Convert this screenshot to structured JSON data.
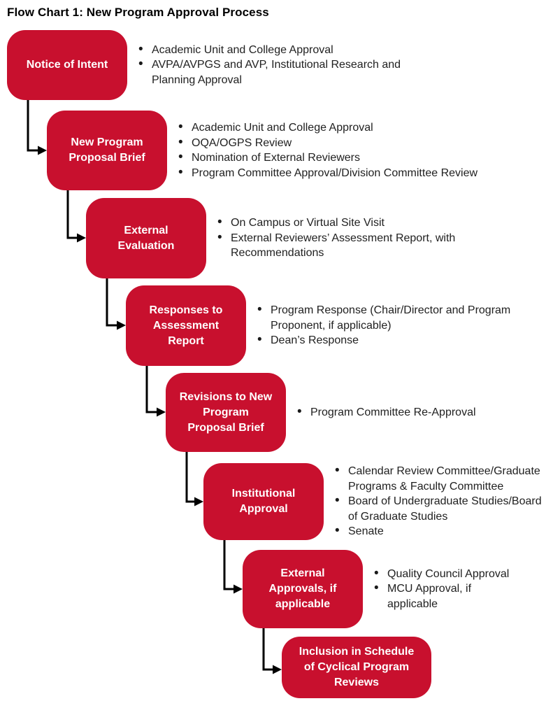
{
  "title": "Flow Chart 1: New Program Approval Process",
  "colors": {
    "box_fill": "#C8102E",
    "box_text": "#FFFFFF",
    "bullet_text": "#212121",
    "arrow": "#000000",
    "background": "#FFFFFF"
  },
  "steps": [
    {
      "label": "Notice of Intent",
      "bullets": [
        "Academic Unit and College Approval",
        "AVPA/AVPGS and AVP, Institutional Research and\nPlanning Approval"
      ]
    },
    {
      "label": "New Program\nProposal Brief",
      "bullets": [
        "Academic Unit and College Approval",
        "OQA/OGPS Review",
        "Nomination of External Reviewers",
        "Program Committee Approval/Division Committee Review"
      ]
    },
    {
      "label": "External\nEvaluation",
      "bullets": [
        "On Campus or Virtual Site Visit",
        "External Reviewers’ Assessment Report, with\nRecommendations"
      ]
    },
    {
      "label": "Responses to\nAssessment\nReport",
      "bullets": [
        "Program Response (Chair/Director and Program\nProponent, if applicable)",
        "Dean’s Response"
      ]
    },
    {
      "label": "Revisions to New\nProgram\nProposal Brief",
      "bullets": [
        "Program Committee Re-Approval"
      ]
    },
    {
      "label": "Institutional\nApproval",
      "bullets": [
        "Calendar Review Committee/Graduate\nPrograms & Faculty Committee",
        "Board of Undergraduate Studies/Board\nof Graduate Studies",
        "Senate"
      ]
    },
    {
      "label": "External\nApprovals, if\napplicable",
      "bullets": [
        "Quality Council Approval",
        "MCU Approval, if\napplicable"
      ]
    },
    {
      "label": "Inclusion in Schedule\nof Cyclical Program\nReviews",
      "bullets": []
    }
  ]
}
